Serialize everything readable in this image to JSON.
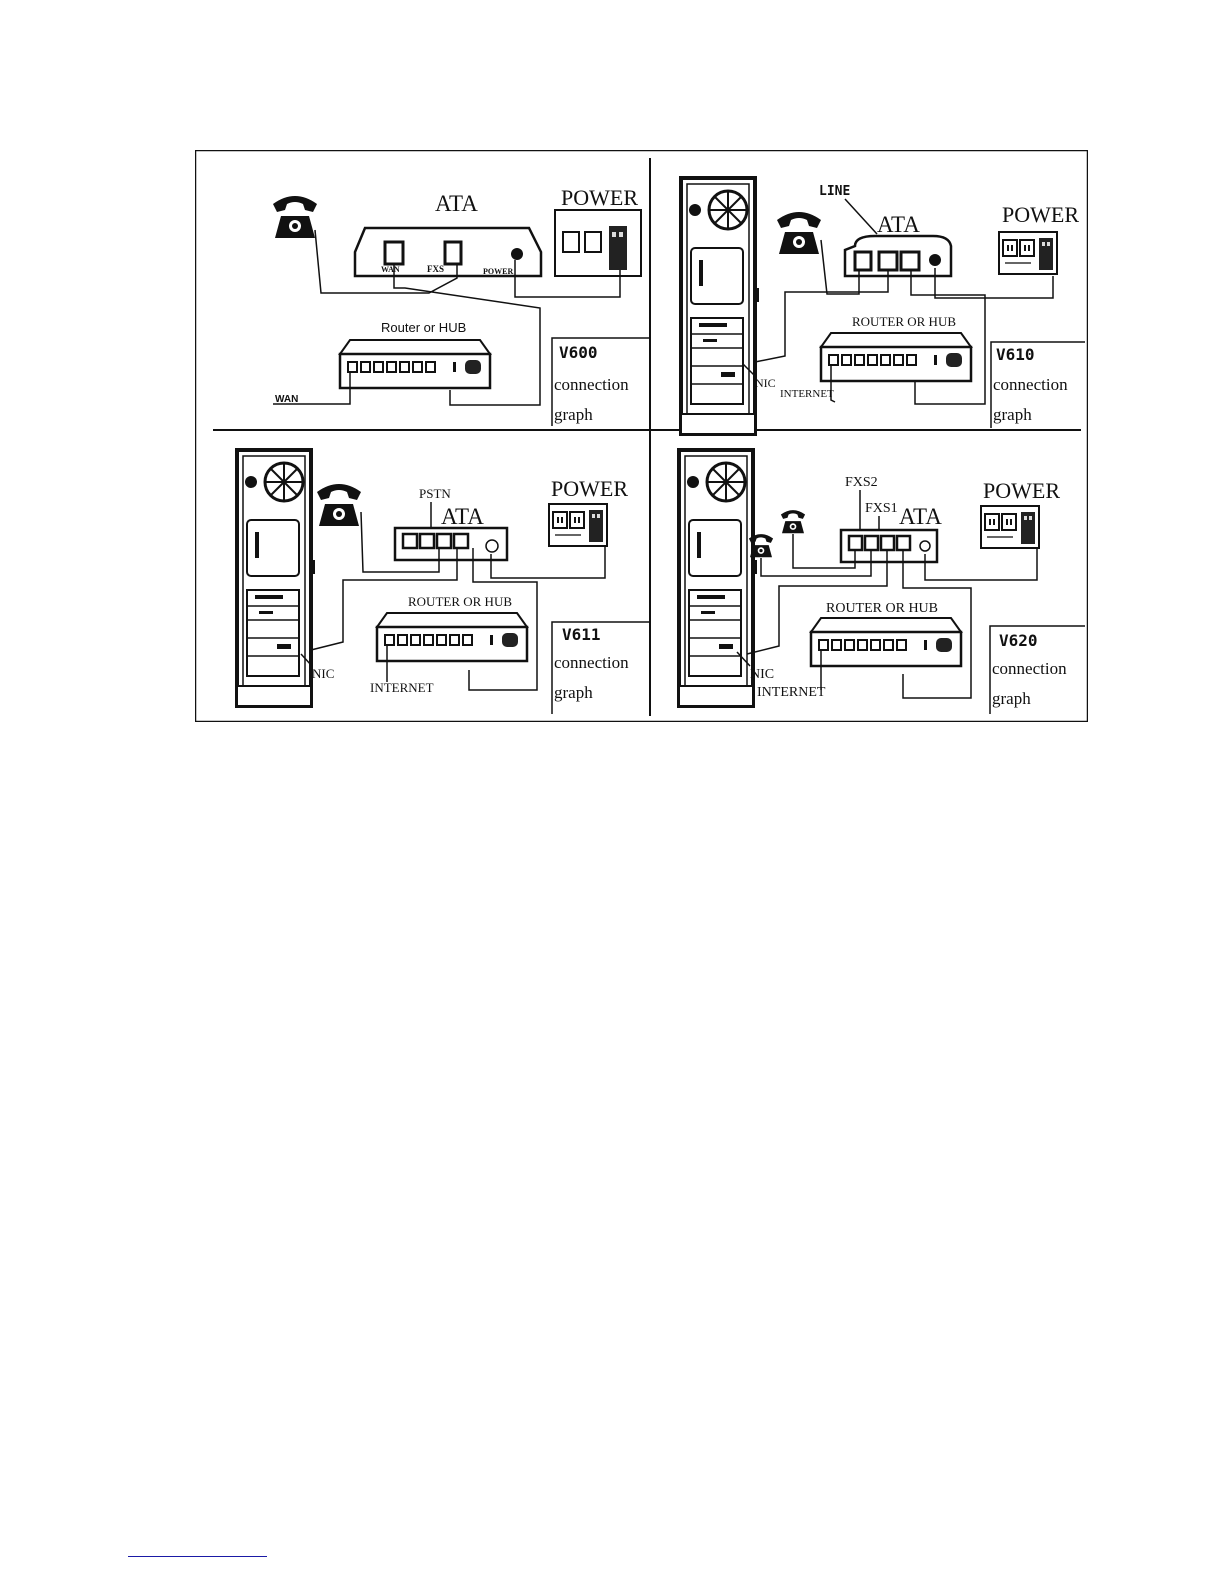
{
  "panels": [
    {
      "id": "v600",
      "device_label": "ATA",
      "power_label": "POWER",
      "router_label": "Router or HUB",
      "ports": [
        "WAN",
        "FXS",
        "POWER"
      ],
      "wan_label": "WAN",
      "model": "V600",
      "caption_line1": "connection",
      "caption_line2": "graph"
    },
    {
      "id": "v610",
      "device_label": "ATA",
      "line_label": "LINE",
      "power_label": "POWER",
      "router_label": "ROUTER OR HUB",
      "nic_label": "NIC",
      "internet_label": "INTERNET",
      "model": "V610",
      "caption_line1": "connection",
      "caption_line2": "graph"
    },
    {
      "id": "v611",
      "device_label": "ATA",
      "pstn_label": "PSTN",
      "power_label": "POWER",
      "router_label": "ROUTER OR HUB",
      "nic_label": "NIC",
      "internet_label": "INTERNET",
      "model": "V611",
      "caption_line1": "connection",
      "caption_line2": "graph"
    },
    {
      "id": "v620",
      "device_label": "ATA",
      "fxs2_label": "FXS2",
      "fxs1_label": "FXS1",
      "power_label": "POWER",
      "router_label": "ROUTER OR HUB",
      "nic_label": "NIC",
      "internet_label": "INTERNET",
      "model": "V620",
      "caption_line1": "connection",
      "caption_line2": "graph"
    }
  ]
}
